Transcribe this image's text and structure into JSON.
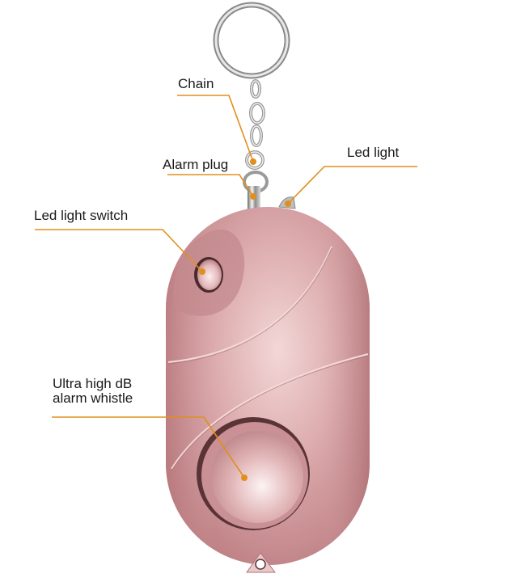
{
  "diagram": {
    "subject": "Personal safety alarm keychain",
    "accent_color": "#e08f1e",
    "body_color": "#d6a0a3",
    "labels": [
      {
        "id": "chain",
        "text": "Chain"
      },
      {
        "id": "alarm-plug",
        "text": "Alarm plug"
      },
      {
        "id": "led-light",
        "text": "Led light"
      },
      {
        "id": "led-light-switch",
        "text": "Led light switch"
      },
      {
        "id": "alarm-whistle",
        "line1": "Ultra high dB",
        "line2": "alarm whistle"
      }
    ]
  }
}
